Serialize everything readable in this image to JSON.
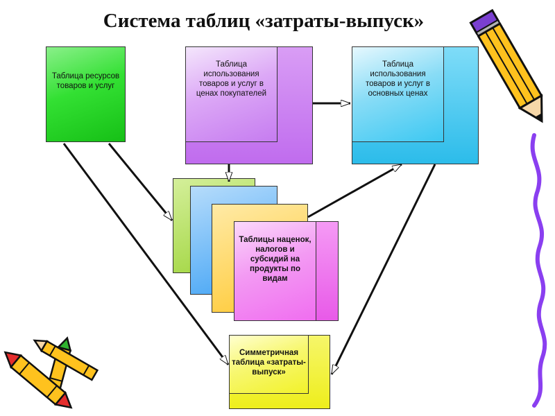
{
  "title": "Система таблиц «затраты-выпуск»",
  "boxes": {
    "resources": "Таблица ресурсов товаров и услуг",
    "use_buyer": "Таблица использования товаров и услуг в ценах покупателей",
    "use_basic": "Таблица использования товаров и услуг в основных ценах",
    "markups": "Таблицы наценок, налогов и субсидий на продукты по видам",
    "symmetric": "Симметричная таблица «затраты-выпуск»"
  },
  "colors": {
    "green": "#33e033",
    "violet": "#c67cf0",
    "cyan": "#3cc8f2",
    "lime": "#9ed43a",
    "blue": "#3fa2f5",
    "orange": "#ffc830",
    "magenta": "#f06ef0",
    "yellow": "#f2f22a"
  }
}
